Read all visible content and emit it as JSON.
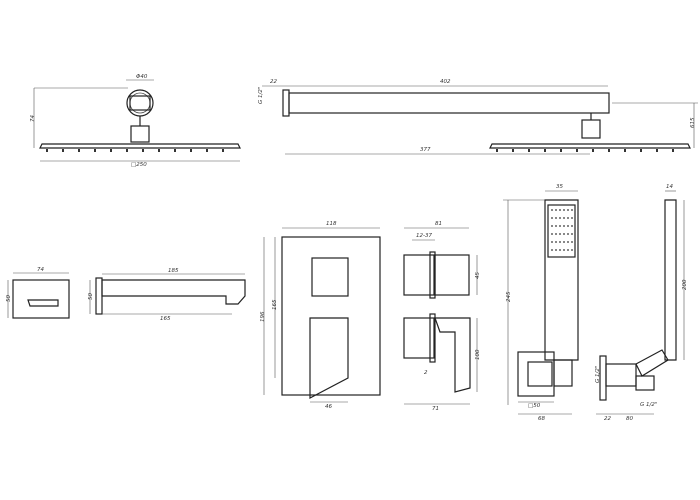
{
  "shower_head_front": {
    "d_knob": "Φ40",
    "height": "74",
    "plate": "□250"
  },
  "wall_arm_side": {
    "offset": "22",
    "arm_len": "402",
    "thread": "G 1/2\"",
    "drop": "615",
    "reach": "377"
  },
  "spout_front": {
    "width": "74",
    "height": "50"
  },
  "spout_side": {
    "length": "185",
    "height": "50",
    "reach": "165"
  },
  "mixer_front": {
    "width": "118",
    "h1": "165",
    "h2": "196",
    "lever_w": "46"
  },
  "mixer_side": {
    "depth": "81",
    "range": "12-37",
    "h45": "45",
    "h100": "100",
    "gap": "2",
    "total_d": "71"
  },
  "hand_shower_front": {
    "width": "35",
    "height": "245",
    "base_sq": "□50",
    "base_w": "68"
  },
  "hand_shower_side": {
    "depth": "14",
    "length": "200",
    "thread1": "G 1/2\"",
    "thread2": "G 1/2\"",
    "offset": "22",
    "reach": "80"
  }
}
